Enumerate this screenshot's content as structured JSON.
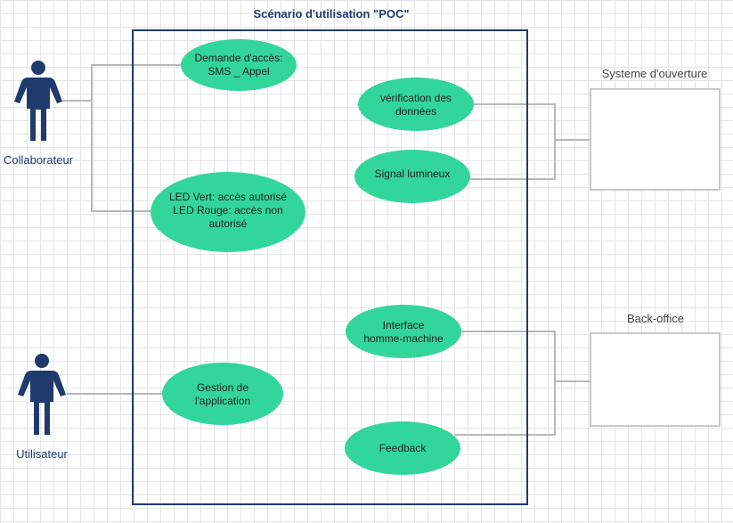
{
  "diagram": {
    "title": "Scénario d'utilisation \"POC\"",
    "actors": {
      "collaborateur": "Collaborateur",
      "utilisateur": "Utilisateur"
    },
    "use_cases": {
      "demande_acces": [
        "Demande d'accès:",
        "SMS _ Appel"
      ],
      "led": [
        "LED Vert: accès autorisé",
        "LED Rouge: accès non",
        "autorisé"
      ],
      "gestion_application": [
        "Gestion de",
        "l'application"
      ],
      "verification": [
        "vérification des",
        "données"
      ],
      "signal": [
        "Signal lumineux"
      ],
      "interface": [
        "Interface",
        "homme-machine"
      ],
      "feedback": [
        "Feedback"
      ]
    },
    "systems": {
      "systeme_ouverture": "Systeme d'ouverture",
      "back_office": "Back-office"
    },
    "colors": {
      "use_case_fill": "#33d69a",
      "actor": "#1f3a6d",
      "boundary": "#1f3a6d",
      "connector": "#b8b8b8"
    }
  }
}
